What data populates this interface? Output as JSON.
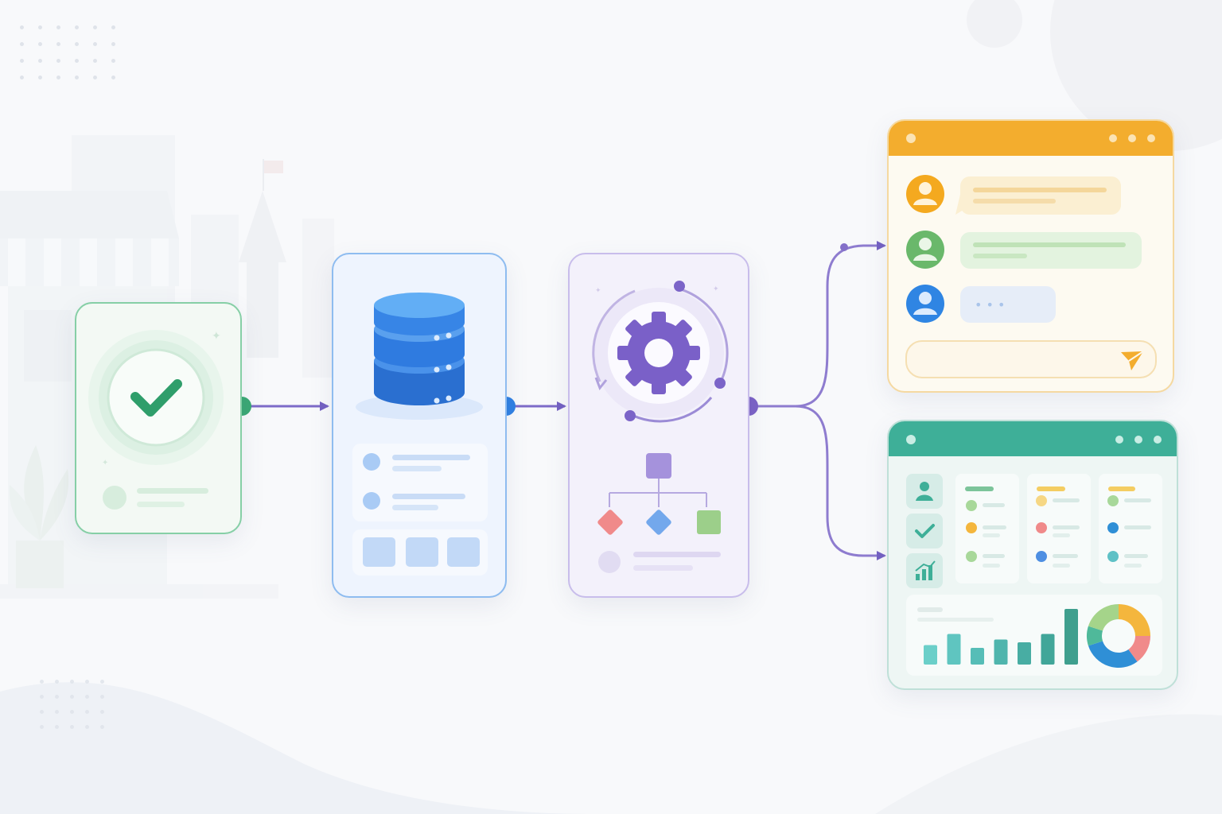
{
  "colors": {
    "background": "#f8f9fb",
    "green": "#2f9e6b",
    "blue": "#2f7fe0",
    "purple": "#7a63c9",
    "orange": "#f3ad2e",
    "teal": "#3eaf98"
  },
  "icons": {
    "validation": "check-circle-icon",
    "storage": "database-icon",
    "processing": "gear-icon",
    "workflow": "flowchart-icon",
    "chat": "chat-window-icon",
    "dashboard": "dashboard-window-icon",
    "send": "send-icon"
  },
  "chat_output": {
    "typing_indicator": "• • •"
  },
  "dashboard_output": {
    "bar_values": [
      0.35,
      0.55,
      0.3,
      0.45,
      0.4,
      0.55,
      1.0
    ],
    "donut_segments": [
      {
        "color": "#f4b63d",
        "value": 25
      },
      {
        "color": "#f08a8a",
        "value": 15
      },
      {
        "color": "#2f8fd6",
        "value": 30
      },
      {
        "color": "#4fb99a",
        "value": 10
      },
      {
        "color": "#a5d48a",
        "value": 20
      }
    ]
  }
}
